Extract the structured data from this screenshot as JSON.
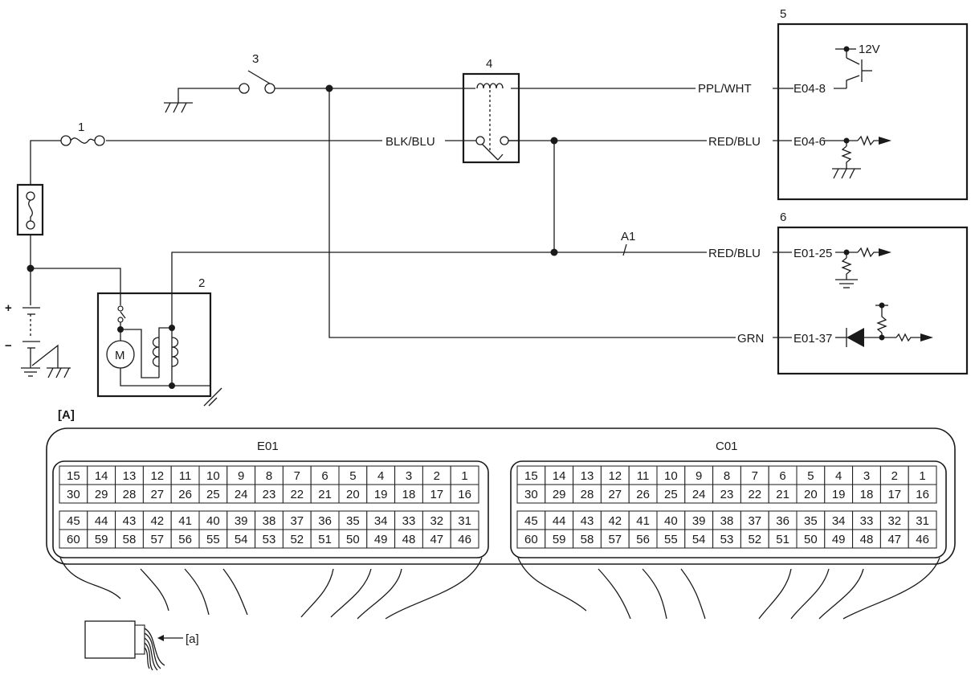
{
  "labels": {
    "fuse_1": "1",
    "motor_unit_2": "2",
    "switch_3": "3",
    "relay_4": "4",
    "module_5": "5",
    "module_6": "6",
    "motor_m": "M",
    "plus": "+",
    "minus": "−",
    "voltage": "12V",
    "wire_blk_blu": "BLK/BLU",
    "wire_ppl_wht": "PPL/WHT",
    "wire_red_blu_a": "RED/BLU",
    "wire_red_blu_b": "RED/BLU",
    "wire_grn": "GRN",
    "term_e04_8": "E04-8",
    "term_e04_6": "E04-6",
    "term_e01_25": "E01-25",
    "term_e01_37": "E01-37",
    "splice_a1": "A1",
    "view_a": "[A]",
    "harness_a": "[a]"
  },
  "connector": {
    "left_name": "E01",
    "right_name": "C01",
    "row1": [
      "15",
      "14",
      "13",
      "12",
      "11",
      "10",
      "9",
      "8",
      "7",
      "6",
      "5",
      "4",
      "3",
      "2",
      "1"
    ],
    "row2": [
      "30",
      "29",
      "28",
      "27",
      "26",
      "25",
      "24",
      "23",
      "22",
      "21",
      "20",
      "19",
      "18",
      "17",
      "16"
    ],
    "row3": [
      "45",
      "44",
      "43",
      "42",
      "41",
      "40",
      "39",
      "38",
      "37",
      "36",
      "35",
      "34",
      "33",
      "32",
      "31"
    ],
    "row4": [
      "60",
      "59",
      "58",
      "57",
      "56",
      "55",
      "54",
      "53",
      "52",
      "51",
      "50",
      "49",
      "48",
      "47",
      "46"
    ]
  }
}
